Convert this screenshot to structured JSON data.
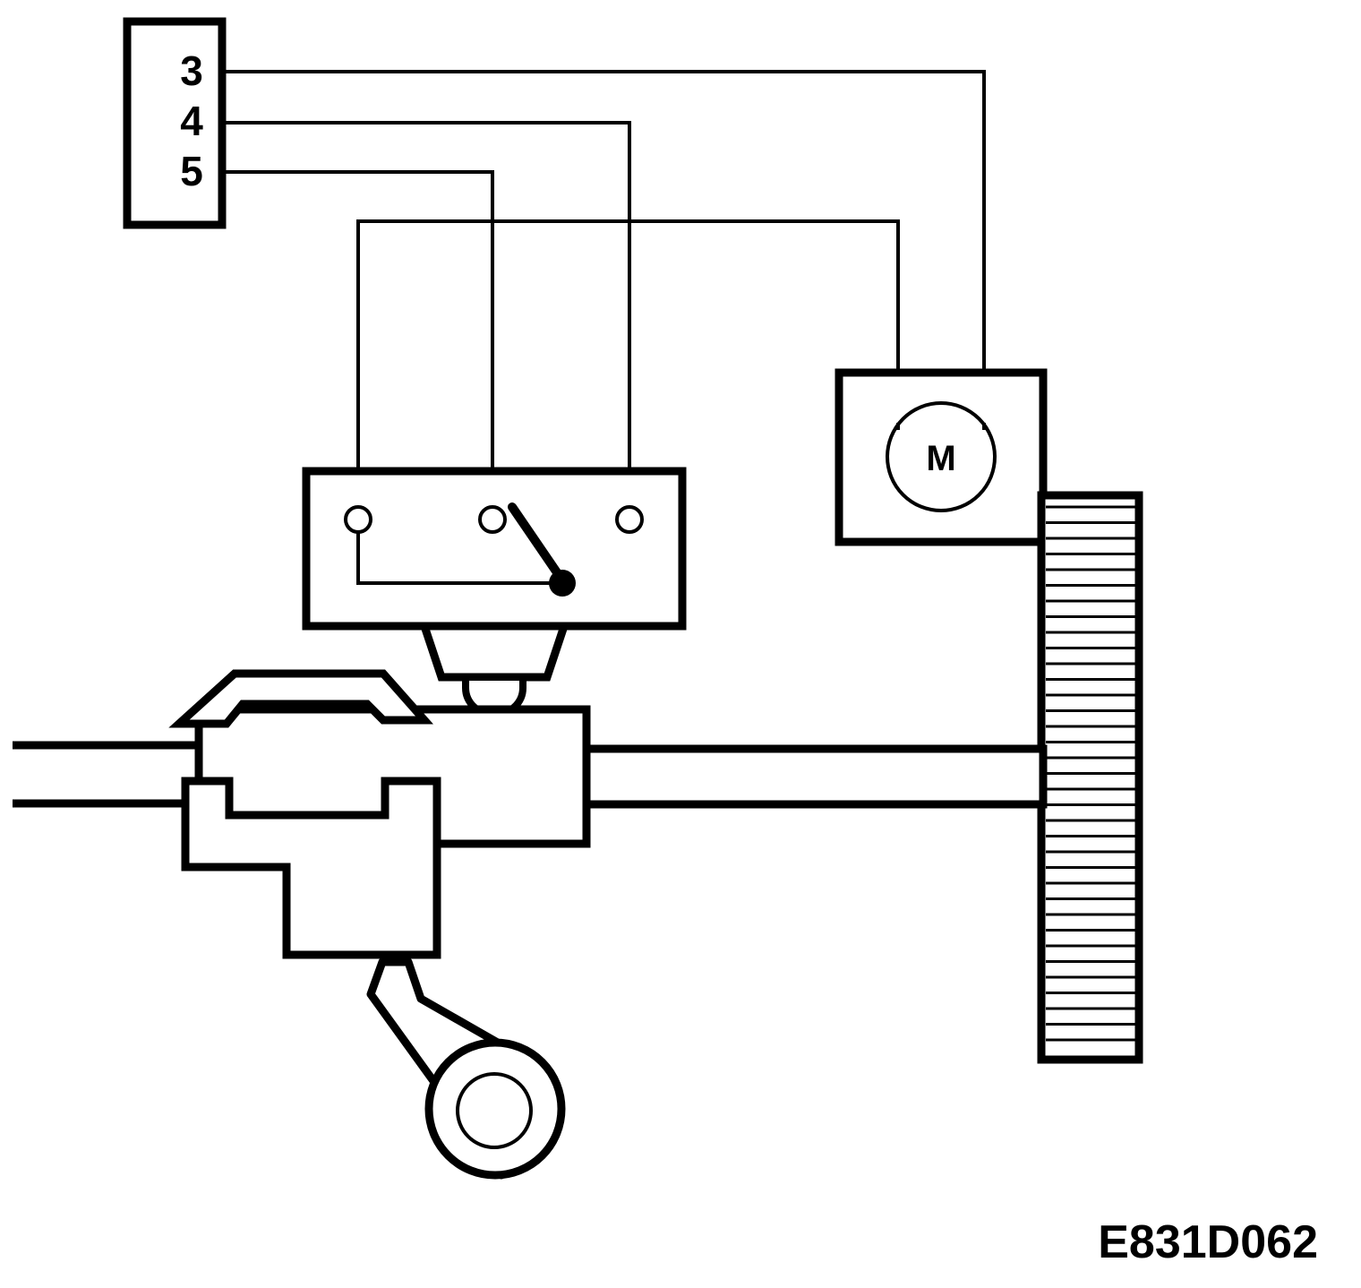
{
  "connector": {
    "pins": [
      "3",
      "4",
      "5"
    ]
  },
  "motor": {
    "label": "M"
  },
  "figure_id": "E831D062"
}
